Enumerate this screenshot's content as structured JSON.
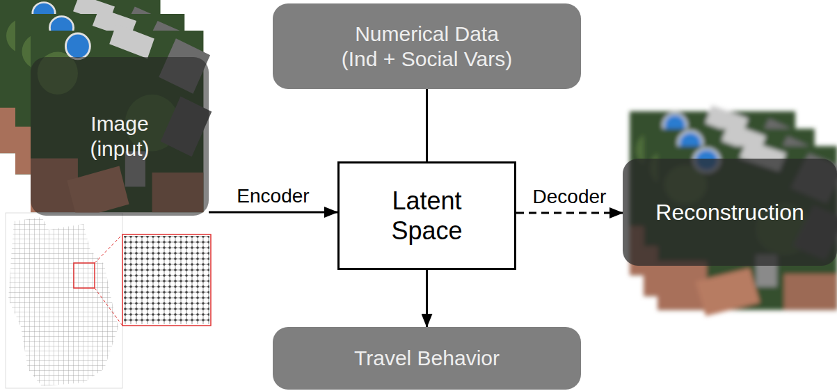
{
  "diagram": {
    "nodes": [
      {
        "text": [
          "Numerical Data (Ind + Social Vars)"
        ]
      },
      {
        "text": [
          "Image (input)"
        ]
      },
      {
        "text": [
          "Latent Space"
        ]
      },
      {
        "text": [
          "Travel Behavior"
        ]
      },
      {
        "text": [
          "Reconstruction"
        ]
      }
    ],
    "edges": [
      {
        "from": 0,
        "to": 2,
        "arrow": "none"
      },
      {
        "from": 1,
        "to": 2,
        "label": "Encoder",
        "arrow": "to"
      },
      {
        "from": 2,
        "to": 3,
        "arrow": "to"
      },
      {
        "from": 2,
        "to": 4,
        "label": "Decoder",
        "arrow": "to"
      }
    ]
  }
}
